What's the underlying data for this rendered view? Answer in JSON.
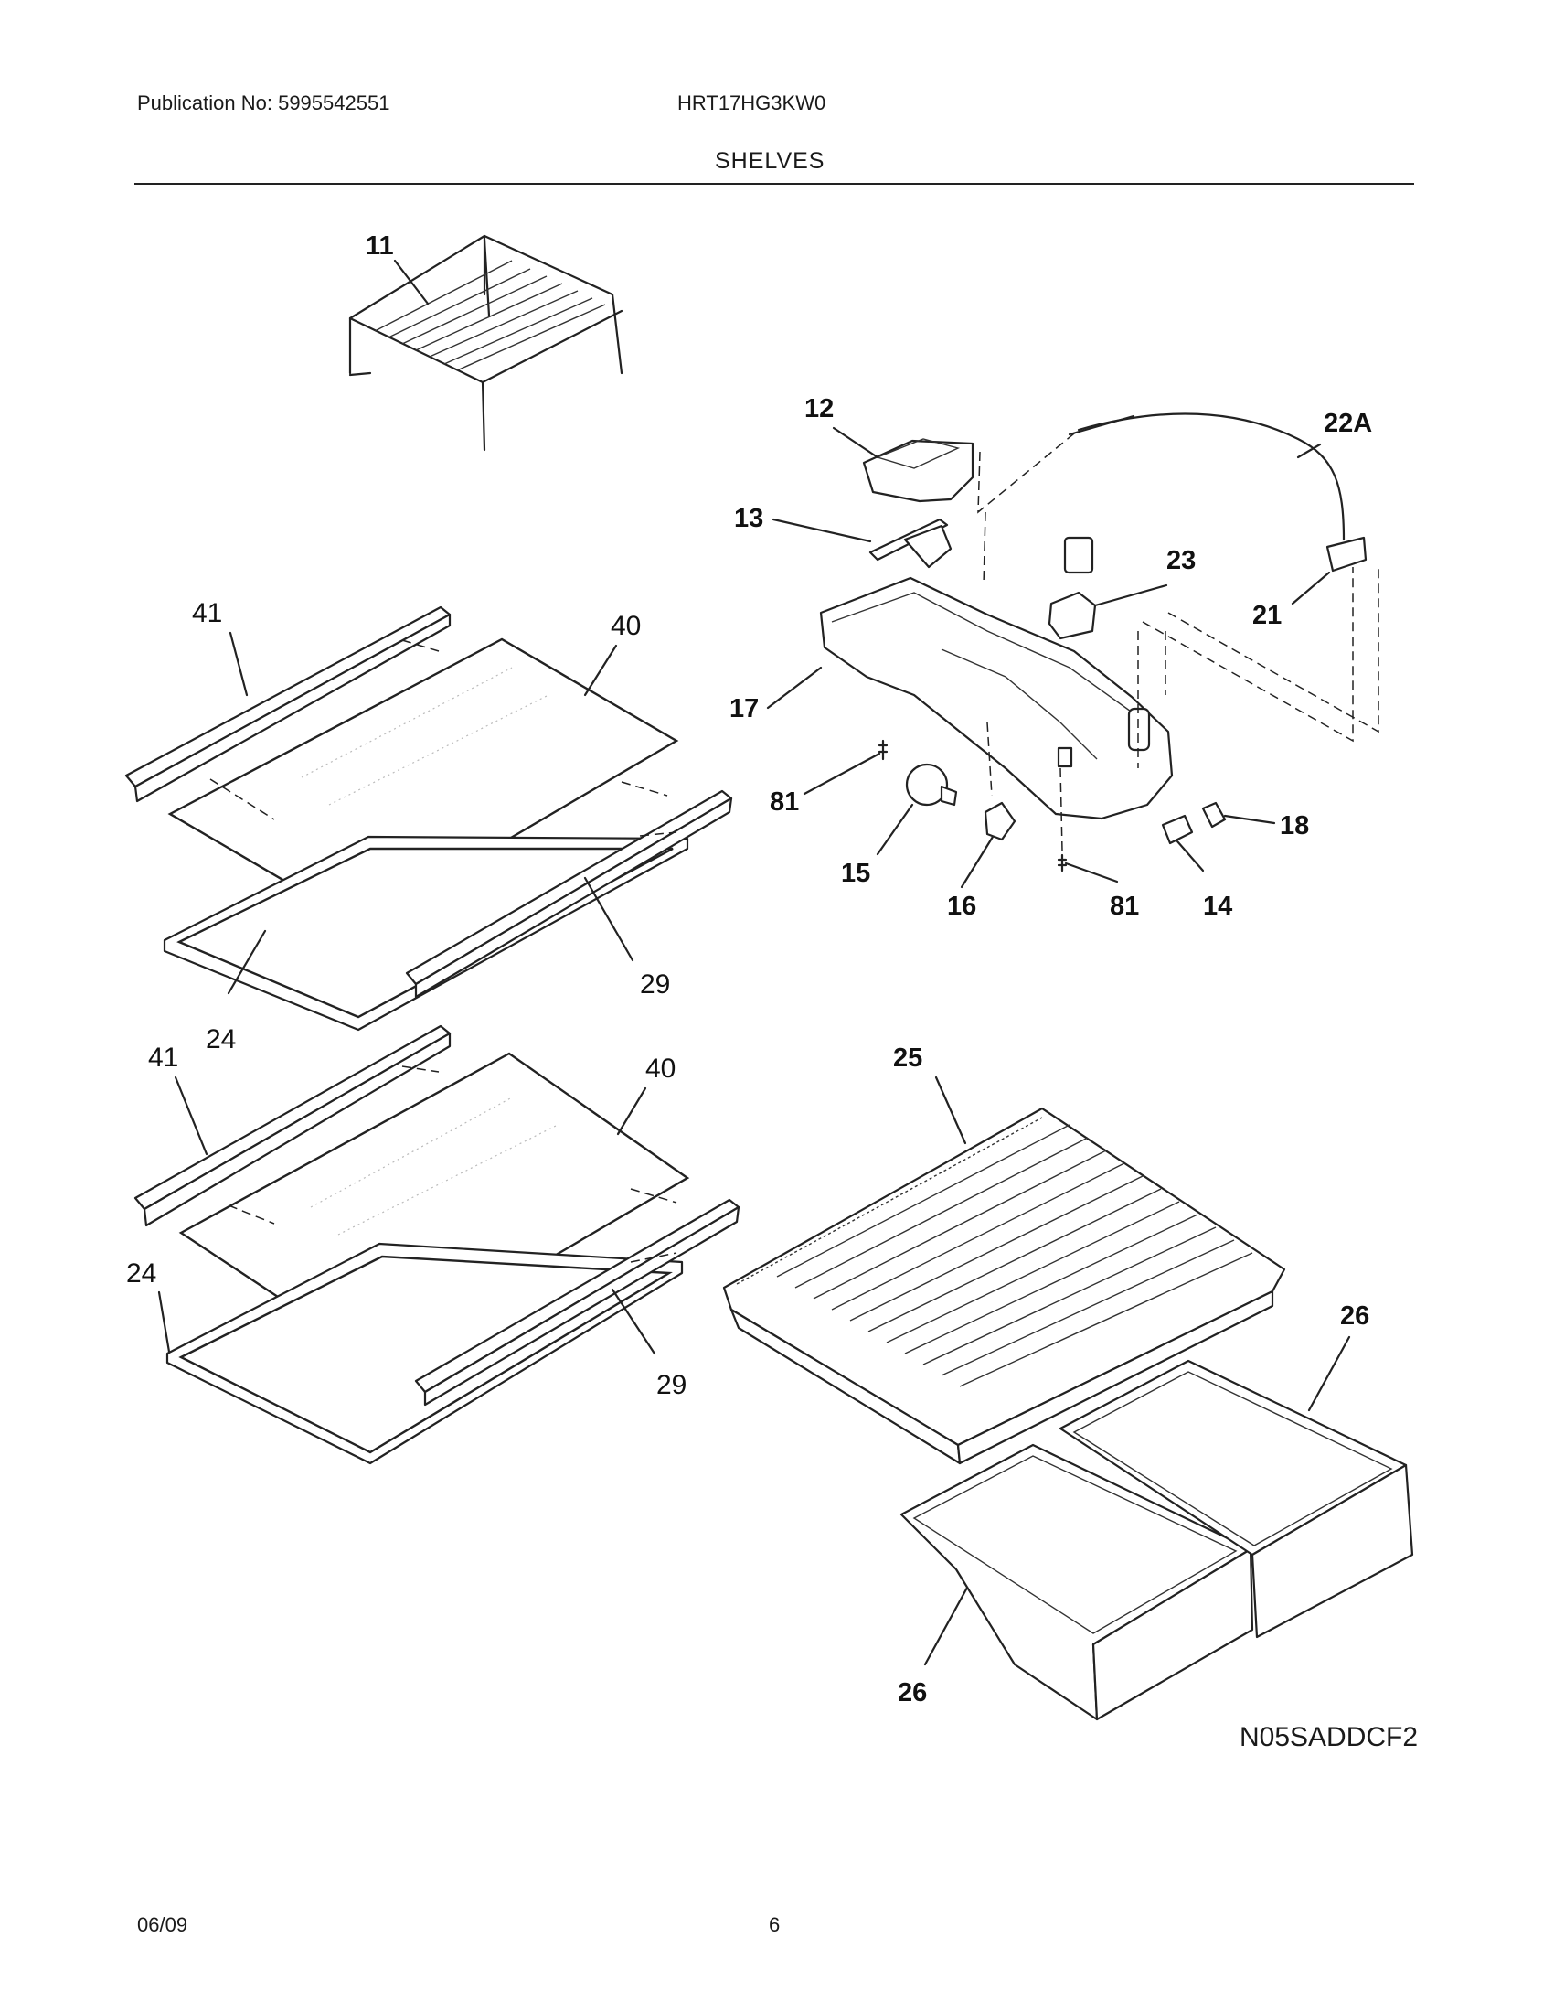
{
  "header": {
    "publication": "Publication No: 5995542551",
    "model": "HRT17HG3KW0",
    "section": "SHELVES"
  },
  "callouts": {
    "c11": "11",
    "c12": "12",
    "c13": "13",
    "c22a": "22A",
    "c23": "23",
    "c21": "21",
    "c17": "17",
    "c81a": "81",
    "c81b": "81",
    "c18": "18",
    "c15": "15",
    "c16": "16",
    "c14": "14",
    "c41a": "41",
    "c40a": "40",
    "c29a": "29",
    "c24a": "24",
    "c41b": "41",
    "c40b": "40",
    "c24b": "24",
    "c29b": "29",
    "c25": "25",
    "c26a": "26",
    "c26b": "26"
  },
  "diagram_code": "N05SADDCF2",
  "footer": {
    "date": "06/09",
    "page": "6"
  }
}
